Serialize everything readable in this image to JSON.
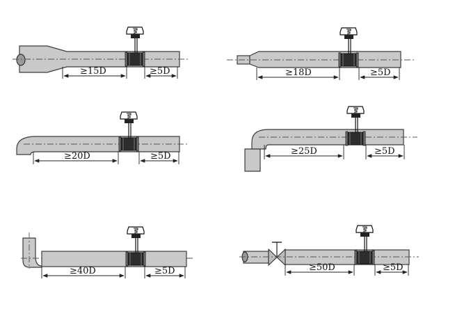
{
  "diagrams": [
    {
      "upstream_label": "≥15D",
      "downstream_label": "≥5D"
    },
    {
      "upstream_label": "≥18D",
      "downstream_label": "≥5D"
    },
    {
      "upstream_label": "≥20D",
      "downstream_label": "≥5D"
    },
    {
      "upstream_label": "≥25D",
      "downstream_label": "≥5D"
    },
    {
      "upstream_label": "≥40D",
      "downstream_label": "≥5D"
    },
    {
      "upstream_label": "≥50D",
      "downstream_label": "≥5D"
    }
  ]
}
